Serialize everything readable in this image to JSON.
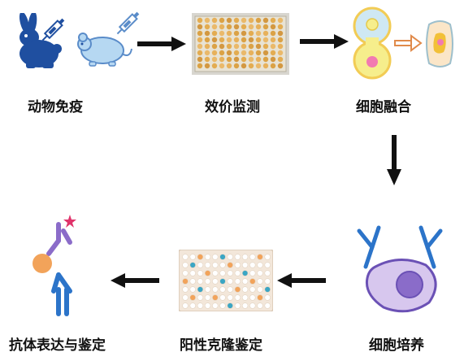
{
  "steps": [
    {
      "id": "immunization",
      "label": "动物免疫"
    },
    {
      "id": "titer",
      "label": "效价监测"
    },
    {
      "id": "fusion",
      "label": "细胞融合"
    },
    {
      "id": "culture",
      "label": "细胞培养"
    },
    {
      "id": "screening",
      "label": "阳性克隆鉴定"
    },
    {
      "id": "expression",
      "label": "抗体表达与鉴定"
    }
  ],
  "colors": {
    "animal_blue": "#1f4fa0",
    "mouse_fill": "#b6d8f2",
    "plate_orange": "#e2a23a",
    "cell_yellow": "#f6ee8c",
    "cell_nucleus_pink": "#f27ab1",
    "antibody_blue": "#2c74c9",
    "antibody_purple": "#8b6cc9",
    "arrow_black": "#111111"
  },
  "icons": {
    "rabbit": "rabbit-icon",
    "mouse": "mouse-icon",
    "syringe": "syringe-icon",
    "plate": "well-plate-icon",
    "fusion": "cell-fusion-icon",
    "b_cell": "b-cell-icon",
    "clone_plate": "clone-plate-icon",
    "antibody": "antibody-icon"
  }
}
